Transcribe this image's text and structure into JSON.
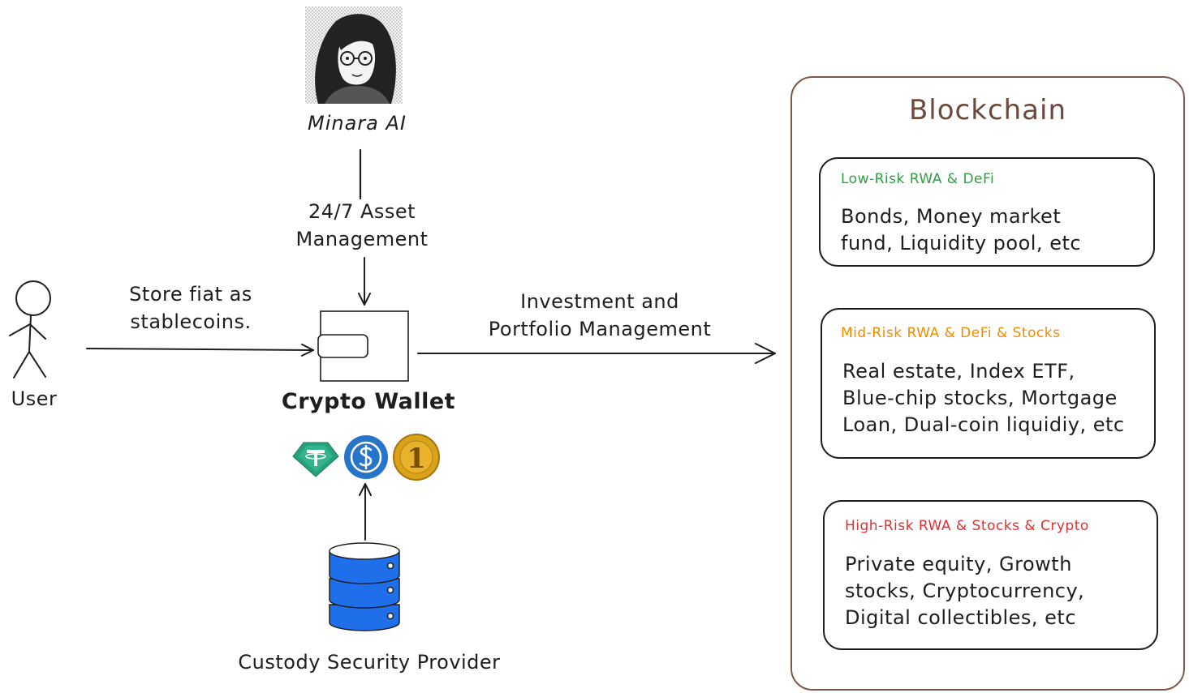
{
  "nodes": {
    "minara_ai": {
      "label": "Minara AI",
      "icon": "woman-avatar-icon"
    },
    "user": {
      "label": "User",
      "icon": "stick-figure-icon"
    },
    "crypto_wallet": {
      "label": "Crypto Wallet",
      "icon": "wallet-icon"
    },
    "custody": {
      "label": "Custody Security Provider",
      "icon": "database-icon"
    },
    "blockchain": {
      "label": "Blockchain"
    }
  },
  "edges": {
    "minara_to_wallet": {
      "label_line1": "24/7 Asset",
      "label_line2": "Management"
    },
    "user_to_wallet": {
      "label_line1": "Store fiat as",
      "label_line2": "stablecoins."
    },
    "wallet_to_blockchain": {
      "label_line1": "Investment and",
      "label_line2": "Portfolio Management"
    }
  },
  "coins": [
    {
      "icon": "tether-coin-icon",
      "color": "#26a17b"
    },
    {
      "icon": "usdc-coin-icon",
      "color": "#2775ca"
    },
    {
      "icon": "gold-one-coin-icon",
      "text": "1",
      "color": "#d9a21b"
    }
  ],
  "categories": [
    {
      "title": "Low-Risk RWA & DeFi",
      "color": "#2f9e44",
      "lines": [
        "Bonds, Money market",
        "fund, Liquidity pool, etc"
      ]
    },
    {
      "title": "Mid-Risk RWA & DeFi & Stocks",
      "color": "#f08c00",
      "lines": [
        "Real estate, Index ETF,",
        "Blue-chip stocks, Mortgage",
        "Loan, Dual-coin liquidiy, etc"
      ]
    },
    {
      "title": "High-Risk RWA & Stocks & Crypto",
      "color": "#e03131",
      "lines": [
        "Private equity, Growth",
        "stocks, Cryptocurrency,",
        "Digital collectibles, etc"
      ]
    }
  ],
  "colors": {
    "ink": "#1e1e1e",
    "blockchain_title": "#6b4a3c",
    "box_border": "#7a5a4c",
    "database": "#1f6feb"
  }
}
